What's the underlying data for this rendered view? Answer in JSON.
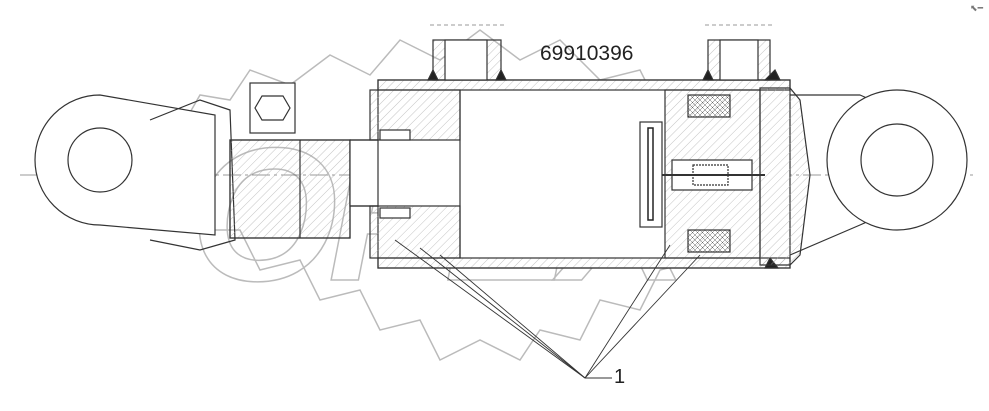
{
  "drawing": {
    "part_number": "69910396",
    "callouts": [
      "1"
    ],
    "watermark": "OPEX",
    "corner_icon": "expand-icon"
  },
  "colors": {
    "line": "#333333",
    "hatch": "#999999",
    "watermark": "#bbbbbb"
  }
}
